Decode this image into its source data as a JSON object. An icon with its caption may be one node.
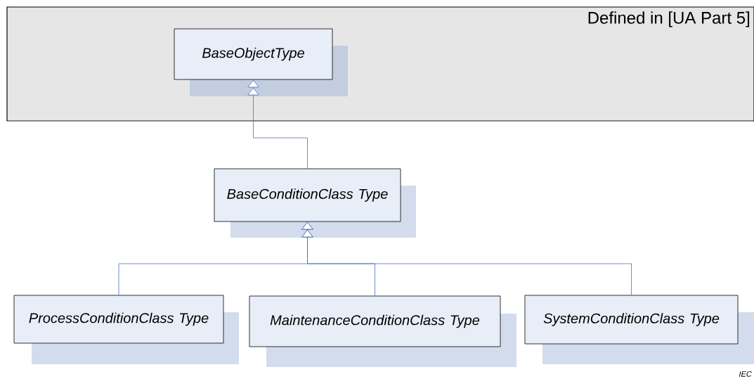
{
  "diagram": {
    "nodes": [
      {
        "text": [
          "Defined in [UA Part 5]"
        ]
      },
      {
        "text": [
          "BaseObjectType"
        ],
        "in": 0
      },
      {
        "text": [
          "BaseConditionClass Type"
        ]
      },
      {
        "text": [
          "ProcessConditionClass Type"
        ]
      },
      {
        "text": [
          "MaintenanceConditionClass Type"
        ]
      },
      {
        "text": [
          "SystemConditionClass Type"
        ]
      }
    ],
    "edges": [
      {
        "from": 2,
        "to": 1,
        "arrow": "to"
      },
      {
        "from": 3,
        "to": 2,
        "arrow": "to"
      },
      {
        "from": 4,
        "to": 2,
        "arrow": "to"
      },
      {
        "from": 5,
        "to": 2,
        "arrow": "to"
      }
    ],
    "labels": [
      "IEC"
    ]
  }
}
